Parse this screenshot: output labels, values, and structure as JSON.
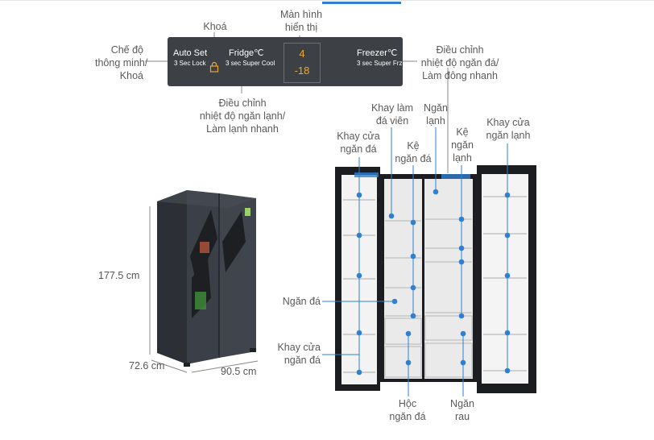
{
  "panel": {
    "auto_set": "Auto Set",
    "auto_set_sub": "3 Sec Lock",
    "fridge": "Fridge℃",
    "fridge_sub": "3 sec Super Cool",
    "display_top": "4",
    "display_bottom": "-18",
    "freezer": "Freezer℃",
    "freezer_sub": "3 sec Super Frz"
  },
  "labels": {
    "smart_mode": "Chế độ\nthông minh/\nKhoá",
    "lock": "Khoá",
    "display": "Màn hình\nhiển thị",
    "freezer_adjust": "Điều chỉnh\nnhiệt độ ngăn đá/\nLàm đông nhanh",
    "fridge_adjust": "Điều chỉnh\nnhiệt độ ngăn lạnh/\nLàm lạnh nhanh",
    "freezer_door_tray_top": "Khay cửa\nngăn đá",
    "ice_tray": "Khay làm\nđá viên",
    "freezer_shelf": "Kệ\nngăn đá",
    "fridge_compartment": "Ngăn\nlạnh",
    "fridge_shelf": "Kệ\nngăn\nlạnh",
    "fridge_door_tray": "Khay cửa\nngăn lạnh",
    "freezer_compartment": "Ngăn đá",
    "freezer_door_tray_bottom": "Khay cửa\nngăn đá",
    "freezer_box": "Hộc\nngăn đá",
    "vegetable_drawer": "Ngăn\nrau"
  },
  "dimensions": {
    "height": "177.5 cm",
    "depth": "72.6 cm",
    "width": "90.5 cm"
  },
  "colors": {
    "accent": "#2f80d1",
    "panel_bg": "#3d4044",
    "display_digits": "#e9a73a",
    "fridge_body": "#3a3f47"
  }
}
